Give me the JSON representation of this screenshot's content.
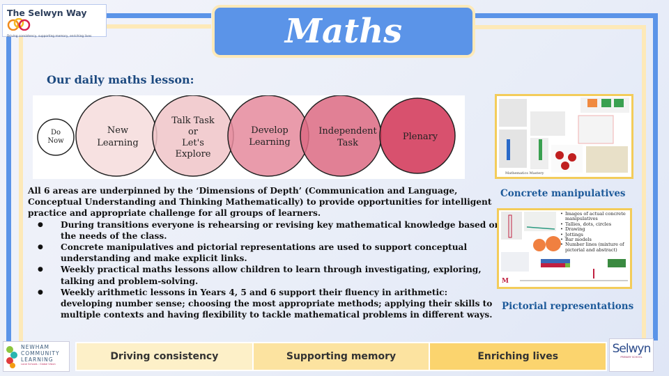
{
  "logo": {
    "title": "The Selwyn Way",
    "subtitle": "Driving consistency, supporting memory, enriching lives"
  },
  "title": "Maths",
  "heading": "Our daily maths lesson:",
  "diagram": {
    "stages": [
      "Do Now",
      "New Learning",
      "Talk Task or Let's Explore",
      "Develop Learning",
      "Independent Task",
      "Plenary"
    ]
  },
  "intro": "All 6 areas are underpinned by the ‘Dimensions of Depth’ (Communication and Language, Conceptual Understanding and Thinking Mathematically) to provide opportunities for intelligent practice and appropriate challenge for all groups of learners.",
  "bullets": [
    "During transitions everyone is rehearsing or revising key mathematical knowledge based on the needs of the class.",
    "Concrete manipulatives and pictorial representations are used to support conceptual understanding and make explicit links.",
    "Weekly practical maths lessons allow children to learn through investigating, exploring, talking and problem-solving.",
    "Weekly arithmetic lessons in Years 4, 5 and 6 support their fluency in arithmetic: developing number sense; choosing the most appropriate methods; applying their skills to multiple contexts and having flexibility to tackle mathematical problems in different ways."
  ],
  "photos": {
    "concrete_caption": "Concrete manipulatives",
    "pictorial_caption": "Pictorial representations",
    "brand": "Mathematics Mastery",
    "pictorial_list": [
      "Images of actual concrete manipulatives",
      "Tallies, dots, circles",
      "Drawing",
      "Jottings",
      "Bar models",
      "Number lines (mixture of pictorial and abstract)"
    ]
  },
  "footer": {
    "items": [
      "Driving consistency",
      "Supporting memory",
      "Enriching lives"
    ],
    "left_logo": "NEWHAM COMMUNITY LEARNING",
    "left_logo_tag": "Local Schools : Global Vision",
    "right_logo": "Selwyn",
    "right_logo_tag": "PRIMARY SCHOOL"
  }
}
